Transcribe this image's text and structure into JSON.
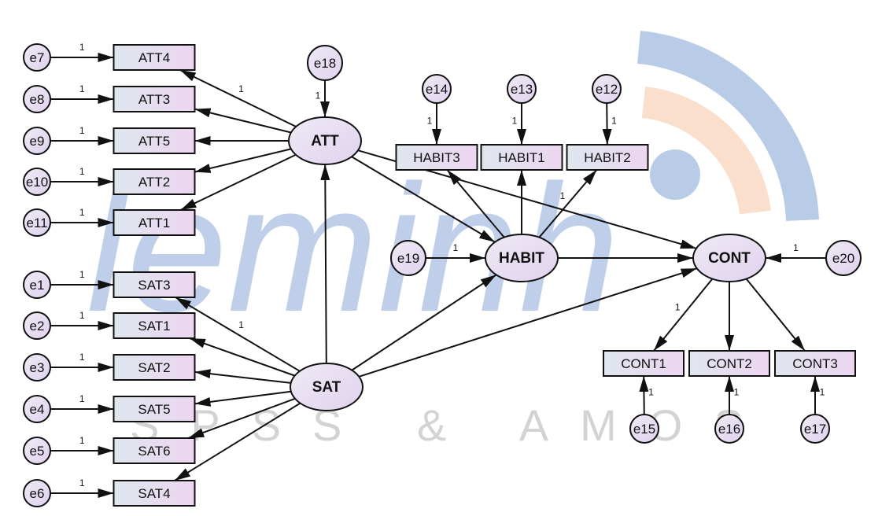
{
  "watermark": {
    "brand": "leminh",
    "tagline": "SPSS & AMOS"
  },
  "colors": {
    "observed_top": "#dfe6ee",
    "observed_bottom": "#ecd6f0",
    "latent": "#e6dcf0",
    "error": "#e8dcf0",
    "stroke": "#111111",
    "wm_blue": "#9ab6de",
    "wm_orange": "#f9d7bf"
  },
  "nodes": [
    {
      "id": "e7",
      "label": "e7",
      "kind": "error"
    },
    {
      "id": "e8",
      "label": "e8",
      "kind": "error"
    },
    {
      "id": "e9",
      "label": "e9",
      "kind": "error"
    },
    {
      "id": "e10",
      "label": "e10",
      "kind": "error"
    },
    {
      "id": "e11",
      "label": "e11",
      "kind": "error"
    },
    {
      "id": "e1",
      "label": "e1",
      "kind": "error"
    },
    {
      "id": "e2",
      "label": "e2",
      "kind": "error"
    },
    {
      "id": "e3",
      "label": "e3",
      "kind": "error"
    },
    {
      "id": "e4",
      "label": "e4",
      "kind": "error"
    },
    {
      "id": "e5",
      "label": "e5",
      "kind": "error"
    },
    {
      "id": "e6",
      "label": "e6",
      "kind": "error"
    },
    {
      "id": "ATT4",
      "label": "ATT4",
      "kind": "observed"
    },
    {
      "id": "ATT3",
      "label": "ATT3",
      "kind": "observed"
    },
    {
      "id": "ATT5",
      "label": "ATT5",
      "kind": "observed"
    },
    {
      "id": "ATT2",
      "label": "ATT2",
      "kind": "observed"
    },
    {
      "id": "ATT1",
      "label": "ATT1",
      "kind": "observed"
    },
    {
      "id": "SAT3",
      "label": "SAT3",
      "kind": "observed"
    },
    {
      "id": "SAT1",
      "label": "SAT1",
      "kind": "observed"
    },
    {
      "id": "SAT2",
      "label": "SAT2",
      "kind": "observed"
    },
    {
      "id": "SAT5",
      "label": "SAT5",
      "kind": "observed"
    },
    {
      "id": "SAT6",
      "label": "SAT6",
      "kind": "observed"
    },
    {
      "id": "SAT4",
      "label": "SAT4",
      "kind": "observed"
    },
    {
      "id": "e18",
      "label": "e18",
      "kind": "error"
    },
    {
      "id": "ATT",
      "label": "ATT",
      "kind": "latent"
    },
    {
      "id": "SAT",
      "label": "SAT",
      "kind": "latent"
    },
    {
      "id": "e14",
      "label": "e14",
      "kind": "error"
    },
    {
      "id": "e13",
      "label": "e13",
      "kind": "error"
    },
    {
      "id": "e12",
      "label": "e12",
      "kind": "error"
    },
    {
      "id": "HABIT3",
      "label": "HABIT3",
      "kind": "observed"
    },
    {
      "id": "HABIT1",
      "label": "HABIT1",
      "kind": "observed"
    },
    {
      "id": "HABIT2",
      "label": "HABIT2",
      "kind": "observed"
    },
    {
      "id": "e19",
      "label": "e19",
      "kind": "error"
    },
    {
      "id": "HABIT",
      "label": "HABIT",
      "kind": "latent"
    },
    {
      "id": "CONT",
      "label": "CONT",
      "kind": "latent"
    },
    {
      "id": "e20",
      "label": "e20",
      "kind": "error"
    },
    {
      "id": "CONT1",
      "label": "CONT1",
      "kind": "observed"
    },
    {
      "id": "CONT2",
      "label": "CONT2",
      "kind": "observed"
    },
    {
      "id": "CONT3",
      "label": "CONT3",
      "kind": "observed"
    },
    {
      "id": "e15",
      "label": "e15",
      "kind": "error"
    },
    {
      "id": "e16",
      "label": "e16",
      "kind": "error"
    },
    {
      "id": "e17",
      "label": "e17",
      "kind": "error"
    }
  ],
  "edges": [
    {
      "from": "e7",
      "to": "ATT4",
      "label": "1"
    },
    {
      "from": "e8",
      "to": "ATT3",
      "label": "1"
    },
    {
      "from": "e9",
      "to": "ATT5",
      "label": "1"
    },
    {
      "from": "e10",
      "to": "ATT2",
      "label": "1"
    },
    {
      "from": "e11",
      "to": "ATT1",
      "label": "1"
    },
    {
      "from": "ATT",
      "to": "ATT4",
      "label": "1"
    },
    {
      "from": "ATT",
      "to": "ATT3",
      "label": ""
    },
    {
      "from": "ATT",
      "to": "ATT5",
      "label": ""
    },
    {
      "from": "ATT",
      "to": "ATT2",
      "label": ""
    },
    {
      "from": "ATT",
      "to": "ATT1",
      "label": ""
    },
    {
      "from": "e18",
      "to": "ATT",
      "label": "1"
    },
    {
      "from": "e1",
      "to": "SAT3",
      "label": "1"
    },
    {
      "from": "e2",
      "to": "SAT1",
      "label": "1"
    },
    {
      "from": "e3",
      "to": "SAT2",
      "label": "1"
    },
    {
      "from": "e4",
      "to": "SAT5",
      "label": "1"
    },
    {
      "from": "e5",
      "to": "SAT6",
      "label": "1"
    },
    {
      "from": "e6",
      "to": "SAT4",
      "label": "1"
    },
    {
      "from": "SAT",
      "to": "SAT3",
      "label": "1"
    },
    {
      "from": "SAT",
      "to": "SAT1",
      "label": ""
    },
    {
      "from": "SAT",
      "to": "SAT2",
      "label": ""
    },
    {
      "from": "SAT",
      "to": "SAT5",
      "label": ""
    },
    {
      "from": "SAT",
      "to": "SAT6",
      "label": ""
    },
    {
      "from": "SAT",
      "to": "SAT4",
      "label": ""
    },
    {
      "from": "SAT",
      "to": "ATT",
      "label": ""
    },
    {
      "from": "SAT",
      "to": "HABIT",
      "label": ""
    },
    {
      "from": "SAT",
      "to": "CONT",
      "label": ""
    },
    {
      "from": "ATT",
      "to": "HABIT",
      "label": ""
    },
    {
      "from": "ATT",
      "to": "CONT",
      "label": ""
    },
    {
      "from": "HABIT",
      "to": "CONT",
      "label": ""
    },
    {
      "from": "e19",
      "to": "HABIT",
      "label": "1"
    },
    {
      "from": "e20",
      "to": "CONT",
      "label": "1"
    },
    {
      "from": "HABIT",
      "to": "HABIT3",
      "label": ""
    },
    {
      "from": "HABIT",
      "to": "HABIT1",
      "label": ""
    },
    {
      "from": "HABIT",
      "to": "HABIT2",
      "label": "1"
    },
    {
      "from": "e14",
      "to": "HABIT3",
      "label": "1"
    },
    {
      "from": "e13",
      "to": "HABIT1",
      "label": "1"
    },
    {
      "from": "e12",
      "to": "HABIT2",
      "label": "1"
    },
    {
      "from": "CONT",
      "to": "CONT1",
      "label": "1"
    },
    {
      "from": "CONT",
      "to": "CONT2",
      "label": ""
    },
    {
      "from": "CONT",
      "to": "CONT3",
      "label": ""
    },
    {
      "from": "e15",
      "to": "CONT1",
      "label": "1"
    },
    {
      "from": "e16",
      "to": "CONT2",
      "label": "1"
    },
    {
      "from": "e17",
      "to": "CONT3",
      "label": "1"
    }
  ]
}
